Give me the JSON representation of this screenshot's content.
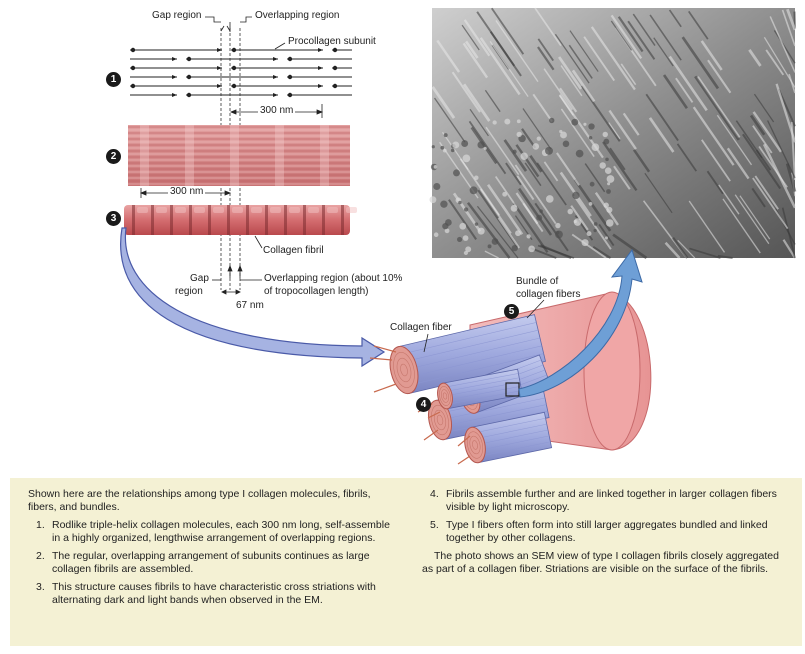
{
  "labels": {
    "gap_region_top": "Gap region",
    "overlapping_region_top": "Overlapping region",
    "procollagen_subunit": "Procollagen subunit",
    "nm300_a": "300 nm",
    "nm300_b": "300 nm",
    "collagen_fibril": "Collagen fibril",
    "gap": "Gap",
    "region": "region",
    "overlap_detail_1": "Overlapping region (about 10%",
    "overlap_detail_2": "of tropocollagen length)",
    "nm67": "67 nm",
    "collagen_fiber": "Collagen fiber",
    "bundle_1": "Bundle of",
    "bundle_2": "collagen fibers"
  },
  "steps": [
    "1",
    "2",
    "3",
    "4",
    "5"
  ],
  "colors": {
    "fibril": "#d9777a",
    "fiber_blue": "#a9b4e4",
    "bundle_pink": "#f2b2b2",
    "arrow_blue": "#6f9bd3",
    "caption_bg": "#f4f1d4"
  },
  "caption": {
    "intro": "Shown here are the relationships among type I collagen molecules, fibrils, fibers, and bundles.",
    "items": [
      {
        "num": "1.",
        "text": "Rodlike triple-helix collagen molecules, each 300 nm long, self-assemble in a highly organized, lengthwise arrangement of overlapping regions."
      },
      {
        "num": "2.",
        "text": "The regular, overlapping arrangement of subunits continues as large collagen fibrils are assembled."
      },
      {
        "num": "3.",
        "text": "This structure causes fibrils to have characteristic cross striations with alternating dark and light bands when observed in the EM."
      },
      {
        "num": "4.",
        "text": "Fibrils assemble further and are linked together in larger collagen fibers visible by light microscopy."
      },
      {
        "num": "5.",
        "text": "Type I fibers often form into still larger aggregates bundled and linked together by other collagens."
      }
    ],
    "closing": "The photo shows an SEM view of type I collagen fibrils closely aggregated as part of a collagen fiber. Striations are visible on the surface of the fibrils."
  }
}
